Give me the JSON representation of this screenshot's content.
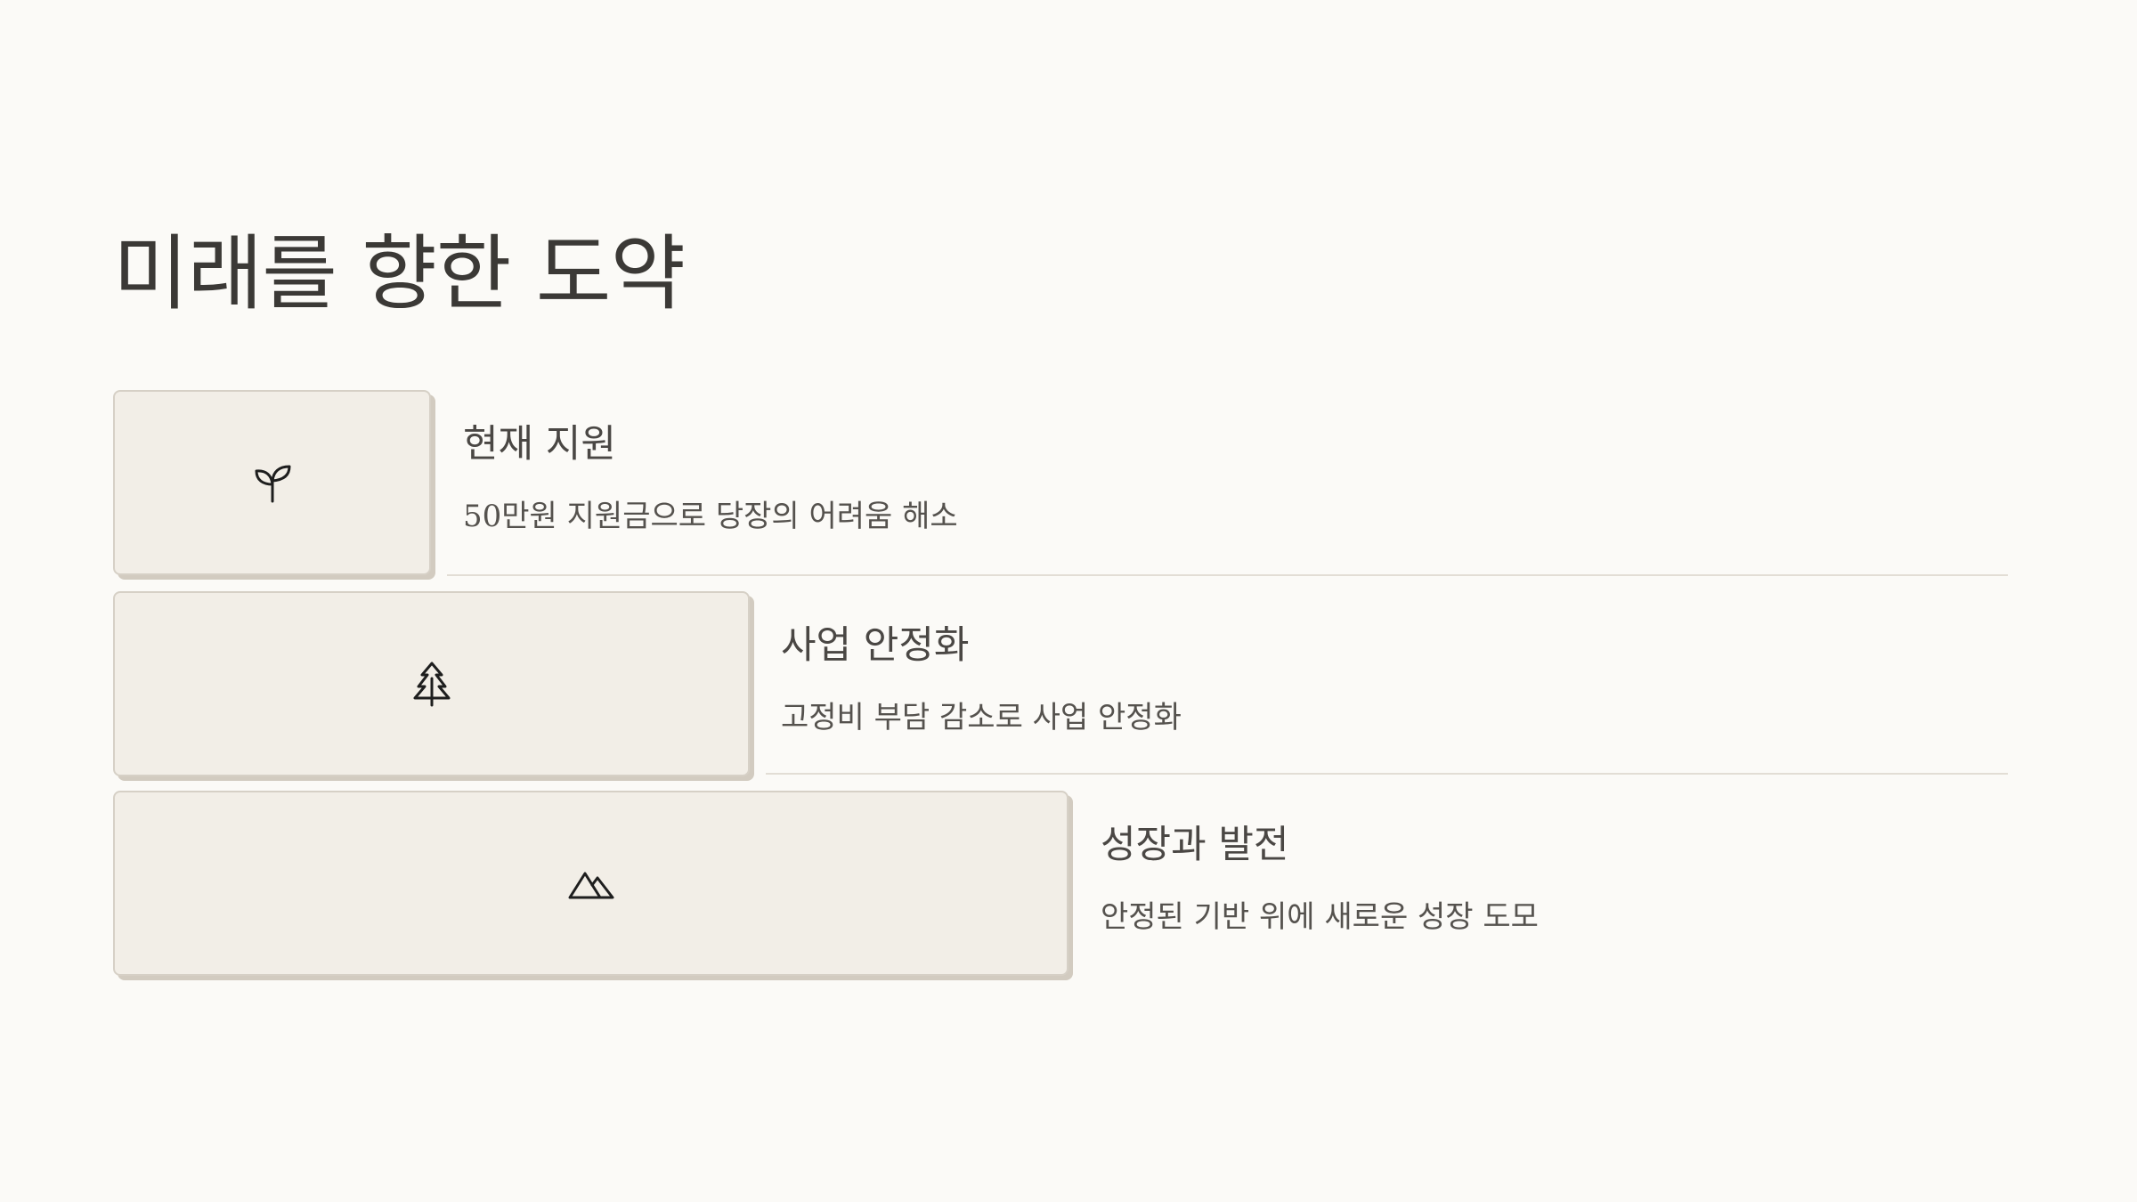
{
  "title": "미래를 향한 도약",
  "steps": [
    {
      "heading": "현재 지원",
      "description": "50만원 지원금으로 당장의 어려움 해소",
      "icon": "sprout-icon"
    },
    {
      "heading": "사업 안정화",
      "description": "고정비 부담 감소로 사업 안정화",
      "icon": "tree-icon"
    },
    {
      "heading": "성장과 발전",
      "description": "안정된 기반 위에 새로운 성장 도모",
      "icon": "mountain-icon"
    }
  ],
  "colors": {
    "background": "#fbfaf7",
    "box_fill": "#f2eee7",
    "box_shadow": "#d2cbc0",
    "text": "#3e3c3a",
    "divider": "#e2ddd5"
  }
}
